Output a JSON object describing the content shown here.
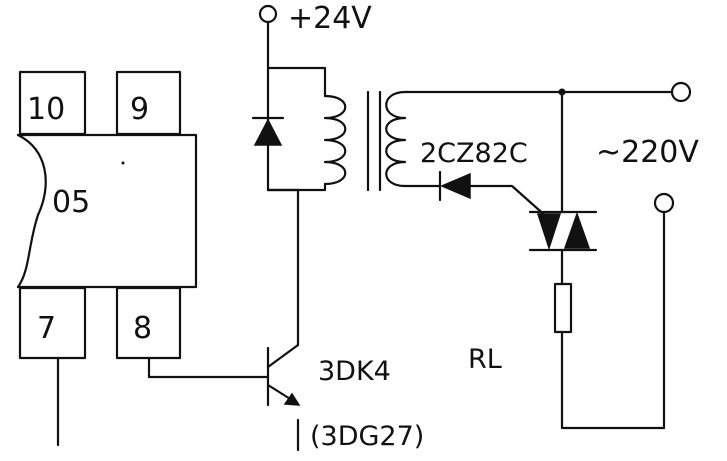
{
  "ic": {
    "name": "05",
    "pins": {
      "p10": "10",
      "p9": "9",
      "p7": "7",
      "p8": "8"
    }
  },
  "supply": {
    "label": "+24V"
  },
  "diode_label": "2CZ82C",
  "ac_label": "~220V",
  "transistor": {
    "label": "3DK4",
    "alt": "(3DG27)"
  },
  "load_label": "RL"
}
